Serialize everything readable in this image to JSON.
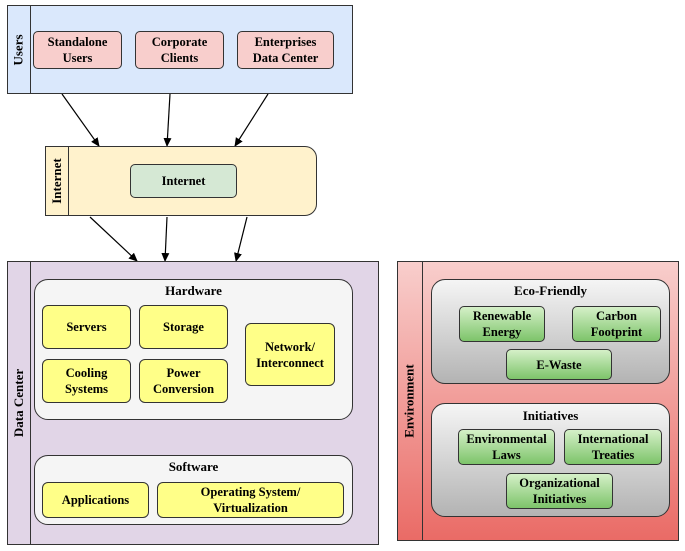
{
  "users": {
    "label": "Users",
    "items": [
      {
        "label": "Standalone\nUsers"
      },
      {
        "label": "Corporate\nClients"
      },
      {
        "label": "Enterprises\nData Center"
      }
    ]
  },
  "internet": {
    "label": "Internet",
    "node": "Internet"
  },
  "data_center": {
    "label": "Data Center",
    "hardware": {
      "title": "Hardware",
      "items": [
        "Servers",
        "Storage",
        "Cooling\nSystems",
        "Power\nConversion",
        "Network/\nInterconnect"
      ]
    },
    "software": {
      "title": "Software",
      "items": [
        "Applications",
        "Operating System/\nVirtualization"
      ]
    }
  },
  "environment": {
    "label": "Environment",
    "eco_friendly": {
      "title": "Eco-Friendly",
      "items": [
        "Renewable\nEnergy",
        "Carbon\nFootprint",
        "E-Waste"
      ]
    },
    "initiatives": {
      "title": "Initiatives",
      "items": [
        "Environmental\nLaws",
        "International\nTreaties",
        "Organizational\nInitiatives"
      ]
    }
  },
  "colors": {
    "users_lane": "#dae8fc",
    "internet_lane": "#fff2cc",
    "datacenter_lane": "#e1d5e7",
    "environment_lane_top": "#f8cecc",
    "environment_lane_bottom": "#ea6b66",
    "pink_node": "#f8cecc",
    "green_node": "#d5e8d4",
    "yellow_node": "#ffff88"
  }
}
